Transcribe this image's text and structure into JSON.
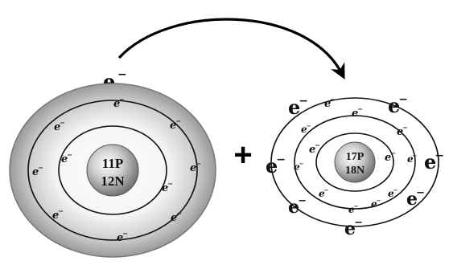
{
  "transfer": {
    "label": "e",
    "sign": "−"
  },
  "operator": "+",
  "sodium": {
    "nucleus_line1": "11P",
    "nucleus_line2": "12N",
    "electron_label": "e",
    "electron_sign": "−"
  },
  "chlorine": {
    "nucleus_line1": "17P",
    "nucleus_line2": "18N",
    "electron_label": "e",
    "electron_sign": "−"
  }
}
